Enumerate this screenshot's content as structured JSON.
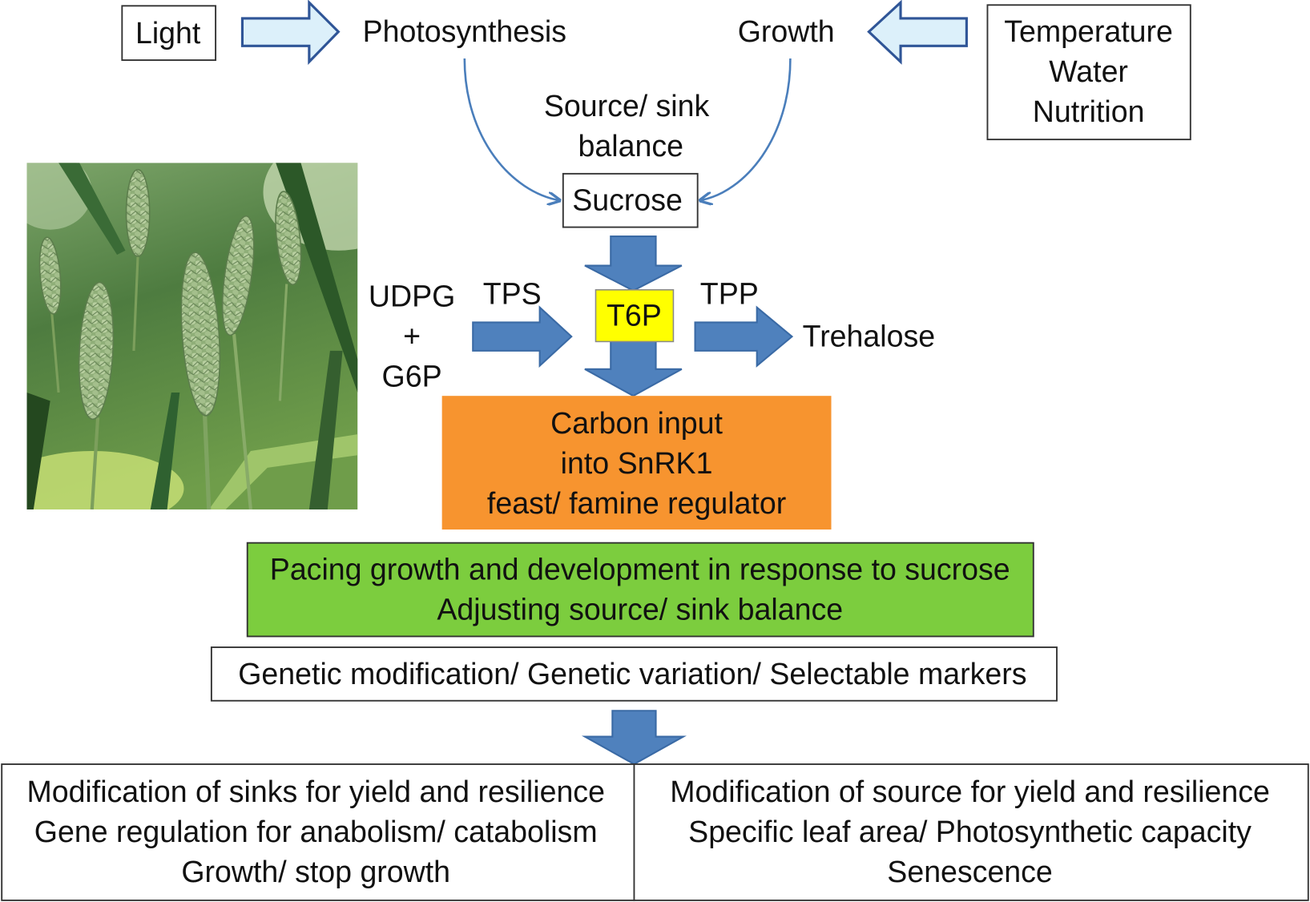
{
  "colors": {
    "light_arrow": "#dcf0fa",
    "block_arrow": "#4f81bd",
    "curved_arrow": "#4a7ebb",
    "t6p_box": "#ffff00",
    "carbon_box": "#f7942f",
    "pacing_box": "#7ccd3e",
    "plain_box": "#ffffff"
  },
  "nodes": {
    "light": "Light",
    "photosynthesis": "Photosynthesis",
    "growth": "Growth",
    "environment": [
      "Temperature",
      "Water",
      "Nutrition"
    ],
    "source_sink_balance": [
      "Source/ sink",
      "balance"
    ],
    "sucrose": "Sucrose",
    "substrates": [
      "UDPG",
      "+",
      "G6P"
    ],
    "tps": "TPS",
    "t6p": "T6P",
    "tpp": "TPP",
    "trehalose": "Trehalose",
    "carbon_input": [
      "Carbon input",
      "into SnRK1",
      "feast/ famine regulator"
    ],
    "pacing": [
      "Pacing growth and development in response to sucrose",
      "Adjusting source/ sink balance"
    ],
    "genetic": "Genetic modification/ Genetic variation/ Selectable markers",
    "sinks": [
      "Modification of sinks for yield and resilience",
      "Gene regulation for anabolism/ catabolism",
      "Growth/ stop growth"
    ],
    "source": [
      "Modification of source for yield and resilience",
      "Specific leaf area/ Photosynthetic capacity",
      "Senescence"
    ]
  }
}
